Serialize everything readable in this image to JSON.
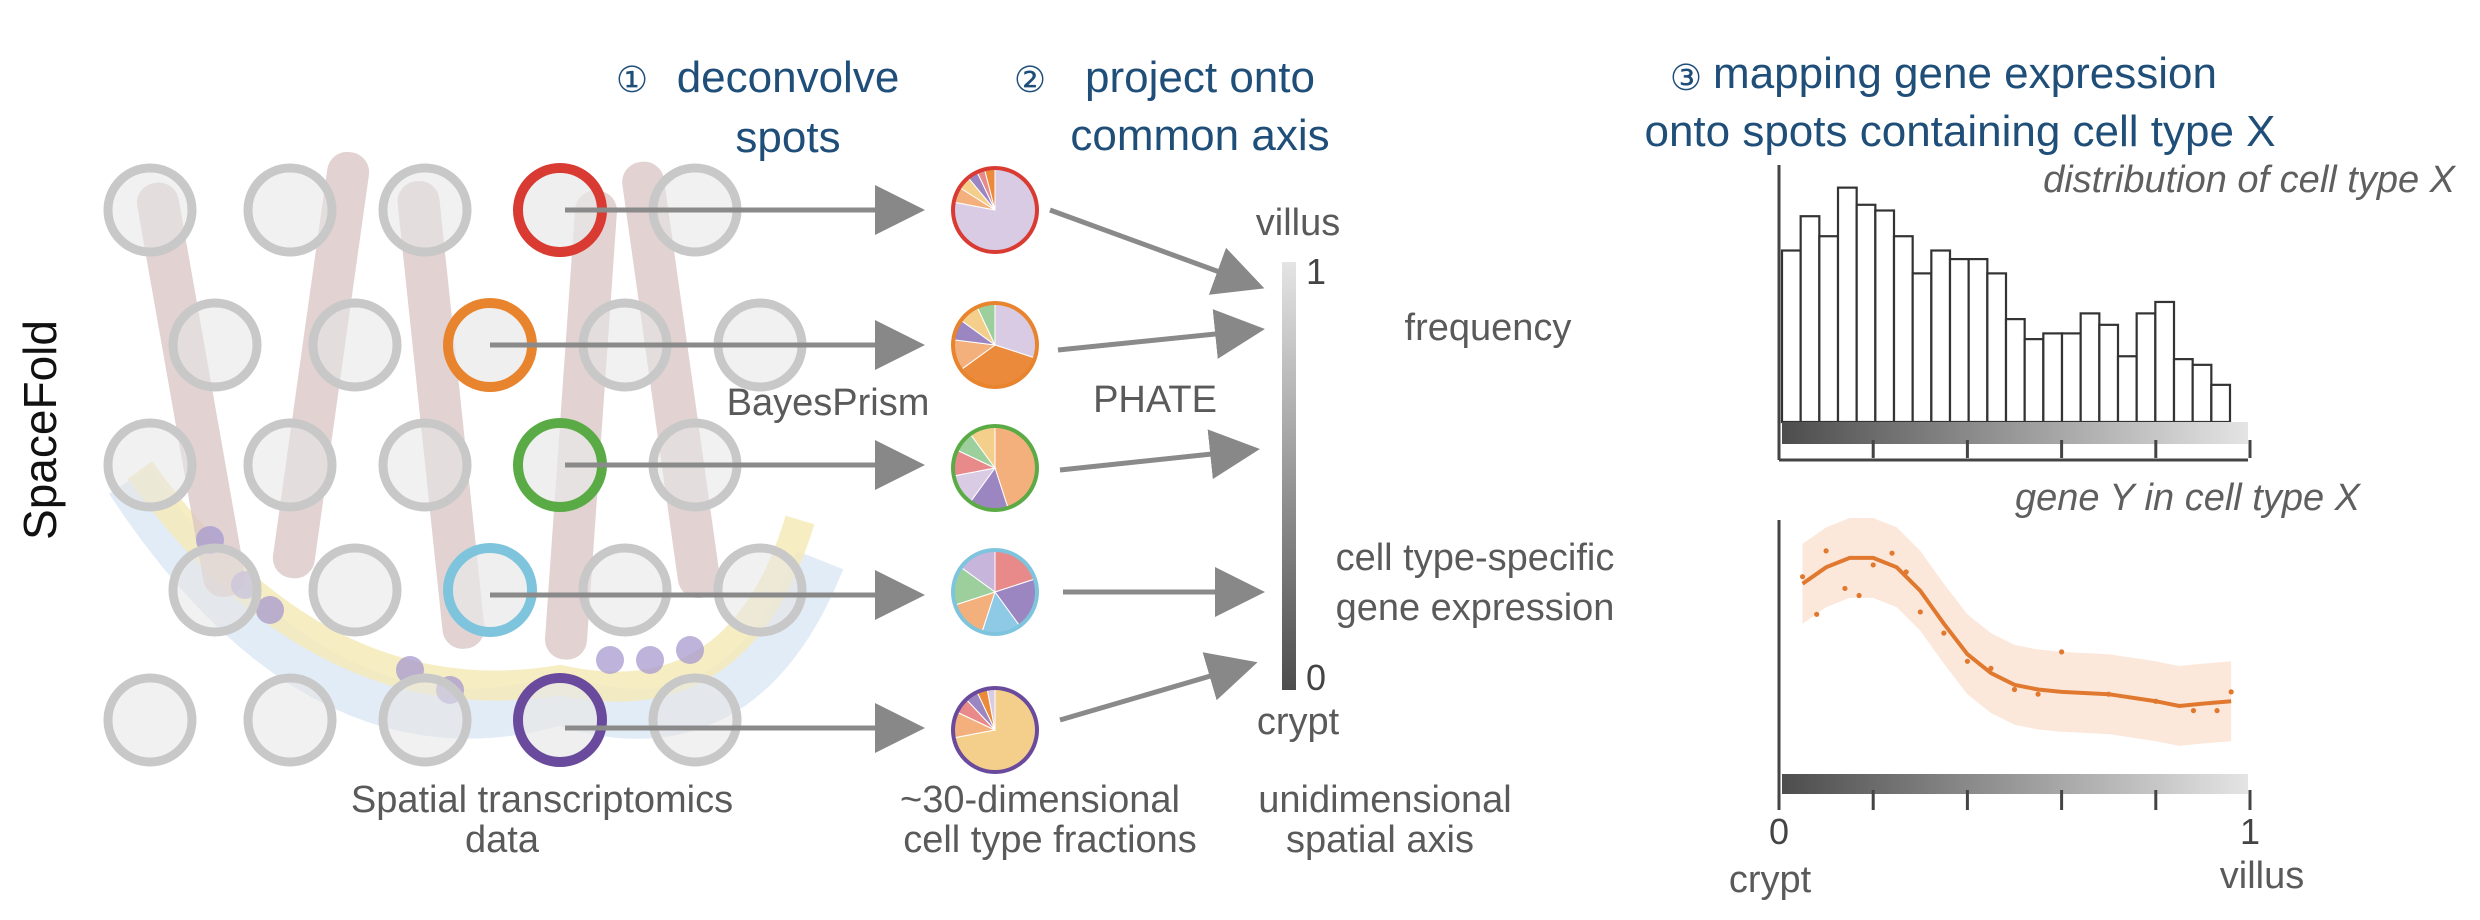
{
  "side_label": "SpaceFold",
  "steps": [
    {
      "num": "①",
      "line1": "deconvolve",
      "line2": "spots"
    },
    {
      "num": "②",
      "line1": "project onto",
      "line2": "common axis"
    },
    {
      "num": "③",
      "line1": "mapping gene expression",
      "line2": "onto spots containing cell type X"
    }
  ],
  "methods": {
    "deconvolution": "BayesPrism",
    "projection": "PHATE"
  },
  "bottom_labels": {
    "spatial_1": "Spatial transcriptomics",
    "spatial_2": "data",
    "fractions_1": "~30-dimensional",
    "fractions_2": "cell type fractions",
    "axis_1": "unidimensional",
    "axis_2": "spatial axis"
  },
  "axis": {
    "top_label": "villus",
    "bottom_label": "crypt",
    "top_tick": "1",
    "bottom_tick": "0"
  },
  "middle_labels": {
    "frequency": "frequency",
    "expr_1": "cell type-specific",
    "expr_2": "gene expression"
  },
  "spot_colors": [
    "#d93a32",
    "#e8842e",
    "#5aab45",
    "#7fc4dd",
    "#6a4a9c"
  ],
  "pie_palette": [
    "#d8cbe3",
    "#f3b07c",
    "#ea8a3a",
    "#9b86c2",
    "#f4cf8c",
    "#e88a8a",
    "#9ccf9c",
    "#8ecae6",
    "#f6e08c",
    "#c7b5dc"
  ],
  "chart_data": [
    {
      "type": "bar",
      "title": "distribution of cell type X",
      "xlabel": "",
      "ylabel": "",
      "xlim": [
        0,
        1
      ],
      "bins": 24,
      "values": [
        0.6,
        0.72,
        0.65,
        0.82,
        0.76,
        0.74,
        0.65,
        0.52,
        0.6,
        0.57,
        0.57,
        0.52,
        0.36,
        0.29,
        0.31,
        0.31,
        0.38,
        0.34,
        0.23,
        0.38,
        0.42,
        0.22,
        0.2,
        0.13
      ]
    },
    {
      "type": "scatter",
      "title": "gene Y in cell type X",
      "xlabel": "",
      "ylabel": "",
      "xlim": [
        0,
        1
      ],
      "x_tick_labels": [
        "0",
        "1"
      ],
      "x_end_labels": [
        "crypt",
        "villus"
      ],
      "points": [
        [
          0.05,
          0.78
        ],
        [
          0.08,
          0.62
        ],
        [
          0.1,
          0.89
        ],
        [
          0.14,
          0.73
        ],
        [
          0.17,
          0.7
        ],
        [
          0.2,
          0.83
        ],
        [
          0.24,
          0.88
        ],
        [
          0.27,
          0.8
        ],
        [
          0.3,
          0.63
        ],
        [
          0.35,
          0.54
        ],
        [
          0.4,
          0.42
        ],
        [
          0.45,
          0.39
        ],
        [
          0.5,
          0.3
        ],
        [
          0.55,
          0.28
        ],
        [
          0.6,
          0.46
        ],
        [
          0.7,
          0.28
        ],
        [
          0.8,
          0.25
        ],
        [
          0.88,
          0.21
        ],
        [
          0.93,
          0.21
        ],
        [
          0.96,
          0.29
        ]
      ],
      "fit_curve": [
        [
          0.05,
          0.75
        ],
        [
          0.1,
          0.82
        ],
        [
          0.15,
          0.86
        ],
        [
          0.2,
          0.86
        ],
        [
          0.25,
          0.82
        ],
        [
          0.3,
          0.72
        ],
        [
          0.35,
          0.58
        ],
        [
          0.4,
          0.45
        ],
        [
          0.45,
          0.37
        ],
        [
          0.5,
          0.32
        ],
        [
          0.55,
          0.3
        ],
        [
          0.6,
          0.29
        ],
        [
          0.7,
          0.28
        ],
        [
          0.8,
          0.25
        ],
        [
          0.85,
          0.23
        ],
        [
          0.9,
          0.24
        ],
        [
          0.96,
          0.25
        ]
      ],
      "band_halfwidth": 0.17,
      "color": "#e0792f"
    }
  ]
}
